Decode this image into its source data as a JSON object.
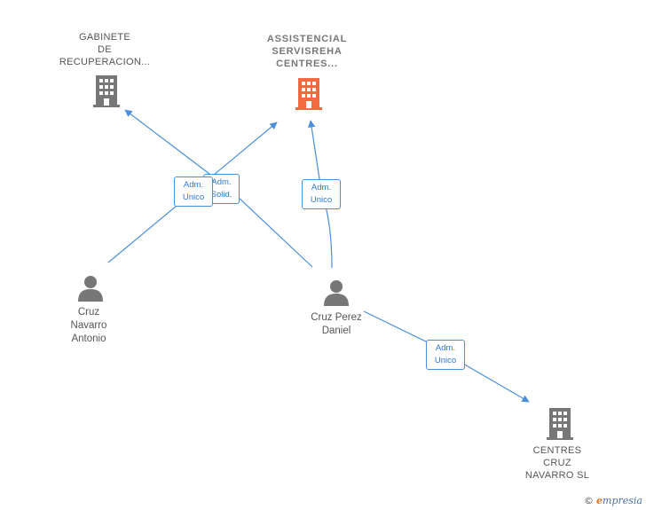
{
  "nodes": {
    "gabinete": {
      "label": "GABINETE\nDE\nRECUPERACION...",
      "icon": "building-icon",
      "color": "#777777"
    },
    "assistencial": {
      "label": "ASSISTENCIAL\nSERVISREHA\nCENTRES...",
      "icon": "building-icon",
      "color": "#f26a3d"
    },
    "cruz_navarro_antonio": {
      "label": "Cruz\nNavarro\nAntonio",
      "icon": "person-icon",
      "color": "#777777"
    },
    "cruz_perez_daniel": {
      "label": "Cruz Perez\nDaniel",
      "icon": "person-icon",
      "color": "#777777"
    },
    "centres_cruz_navarro": {
      "label": "CENTRES\nCRUZ\nNAVARRO  SL",
      "icon": "building-icon",
      "color": "#777777"
    }
  },
  "edges": [
    {
      "from": "cruz_navarro_antonio",
      "to": "assistencial",
      "label": "Adm.\nUnico"
    },
    {
      "from": "cruz_perez_daniel",
      "to": "gabinete",
      "label": "Adm.\nSolid."
    },
    {
      "from": "cruz_perez_daniel",
      "to": "assistencial",
      "label": "Adm.\nUnico"
    },
    {
      "from": "cruz_perez_daniel",
      "to": "centres_cruz_navarro",
      "label": "Adm.\nUnico"
    }
  ],
  "colors": {
    "edge": "#4a8fd9",
    "building": "#777777",
    "building_highlight": "#f26a3d",
    "person": "#777777"
  },
  "watermark": {
    "copyright": "©",
    "brand_initial": "e",
    "brand_rest": "mpresia"
  }
}
